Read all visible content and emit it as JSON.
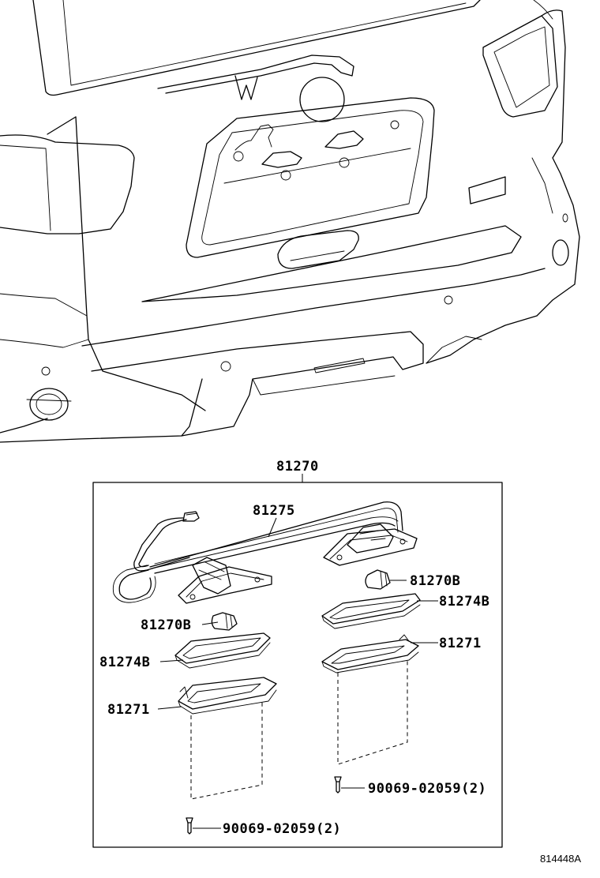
{
  "assembly": {
    "part_no": "81270"
  },
  "callouts": [
    {
      "id": "harness",
      "text": "81275"
    },
    {
      "id": "bulb-right",
      "text": "81270B"
    },
    {
      "id": "lens-right",
      "text": "81274B"
    },
    {
      "id": "bulb-left",
      "text": "81270B"
    },
    {
      "id": "lens-left",
      "text": "81274B"
    },
    {
      "id": "housing-right",
      "text": "81271"
    },
    {
      "id": "housing-left",
      "text": "81271"
    },
    {
      "id": "screw-right",
      "text": "90069-02059(2)"
    },
    {
      "id": "screw-left",
      "text": "90069-02059(2)"
    }
  ],
  "figure_ref": "814448A"
}
